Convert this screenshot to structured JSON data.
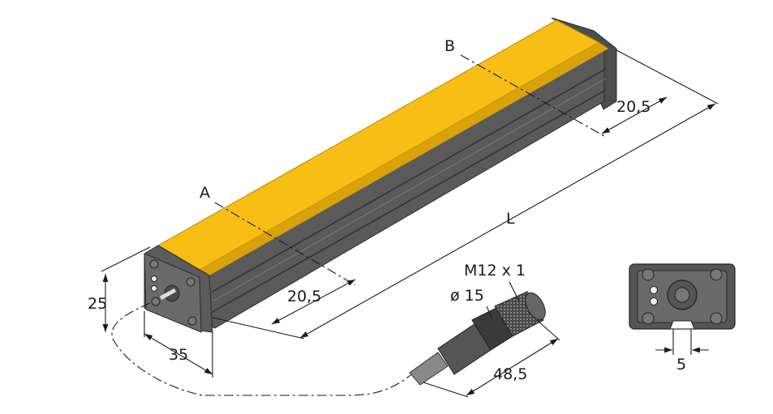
{
  "labels": {
    "point_a": "A",
    "point_b": "B",
    "length": "L",
    "end_width_dim": "20,5",
    "front_width_dim": "20,5",
    "height_dim": "25",
    "depth_dim": "35",
    "thread": "M12 x 1",
    "connector_diameter": "ø 15",
    "connector_length": "48,5",
    "slot_width": "5"
  },
  "colors": {
    "housing_yellow": "#F7BE16",
    "housing_dark": "#555555",
    "housing_darker": "#3c3c3c",
    "line": "#1a1a1a"
  }
}
